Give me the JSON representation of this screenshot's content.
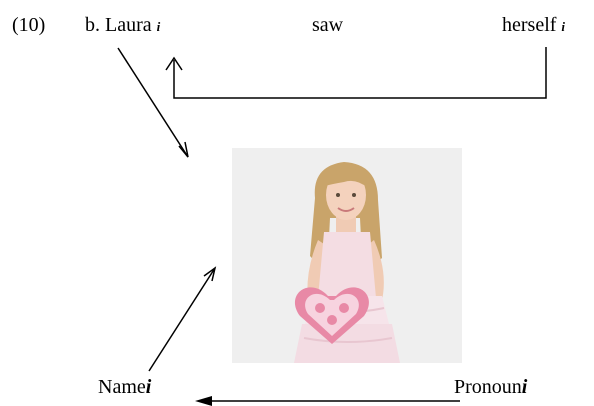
{
  "example": {
    "number": "(10)",
    "word1": "b. Laura",
    "word1_index": "i",
    "word2": "saw",
    "word3": "herself",
    "word3_index": "i"
  },
  "labels": {
    "name": "Name",
    "name_index": "i",
    "pronoun": "Pronoun",
    "pronoun_index": "i"
  },
  "image": {
    "subject": "girl in pink dress holding a lace heart"
  }
}
